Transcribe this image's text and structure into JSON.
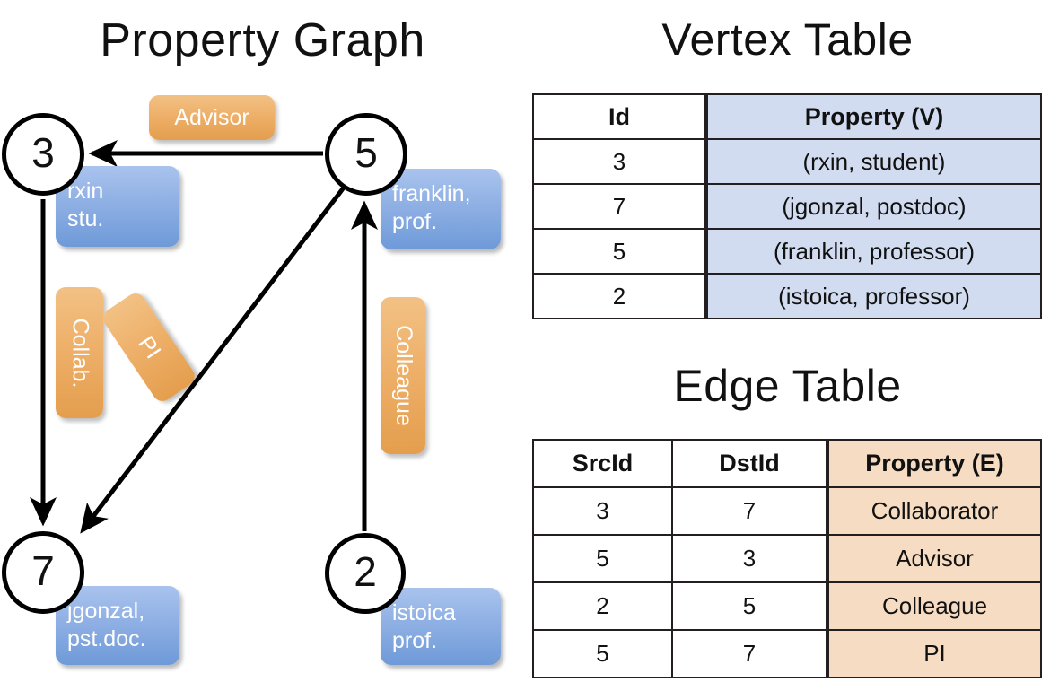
{
  "titles": {
    "property_graph": "Property Graph",
    "vertex_table": "Vertex Table",
    "edge_table": "Edge Table"
  },
  "graph": {
    "nodes": [
      {
        "id": "3",
        "property_line1": "rxin",
        "property_line2": "stu."
      },
      {
        "id": "5",
        "property_line1": "franklin,",
        "property_line2": "prof."
      },
      {
        "id": "7",
        "property_line1": "jgonzal,",
        "property_line2": "pst.doc."
      },
      {
        "id": "2",
        "property_line1": "istoica",
        "property_line2": "prof."
      }
    ],
    "edge_labels": {
      "advisor": "Advisor",
      "collab": "Collab.",
      "pi": "PI",
      "colleague": "Colleague"
    }
  },
  "vertex_table": {
    "headers": [
      "Id",
      "Property (V)"
    ],
    "rows": [
      {
        "id": "3",
        "property": "(rxin, student)"
      },
      {
        "id": "7",
        "property": "(jgonzal, postdoc)"
      },
      {
        "id": "5",
        "property": "(franklin, professor)"
      },
      {
        "id": "2",
        "property": "(istoica, professor)"
      }
    ]
  },
  "edge_table": {
    "headers": [
      "SrcId",
      "DstId",
      "Property (E)"
    ],
    "rows": [
      {
        "src": "3",
        "dst": "7",
        "property": "Collaborator"
      },
      {
        "src": "5",
        "dst": "3",
        "property": "Advisor"
      },
      {
        "src": "2",
        "dst": "5",
        "property": "Colleague"
      },
      {
        "src": "5",
        "dst": "7",
        "property": "PI"
      }
    ]
  },
  "colors": {
    "vertex_property_fill": "#d2dcf0",
    "edge_property_fill": "#f6dcc2",
    "node_badge_blue": "#8fb0e4",
    "edge_badge_orange": "#eeb06a",
    "stroke": "#231f20"
  }
}
